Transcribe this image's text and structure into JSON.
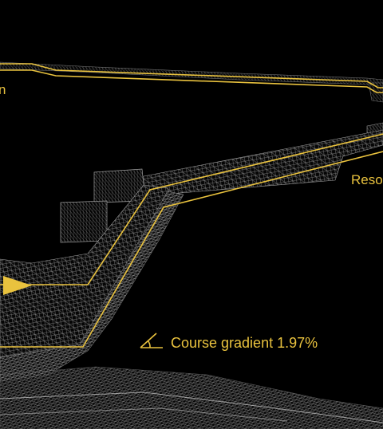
{
  "labels": {
    "left_cut": "n",
    "right_cut": "Reso",
    "gradient": "Course gradient 1.97%"
  },
  "colors": {
    "background": "#000000",
    "accent": "#e9c23e",
    "wireframe": "#8a8a8a"
  },
  "icons": {
    "gradient": "angle-icon",
    "direction": "play-arrow-icon"
  }
}
